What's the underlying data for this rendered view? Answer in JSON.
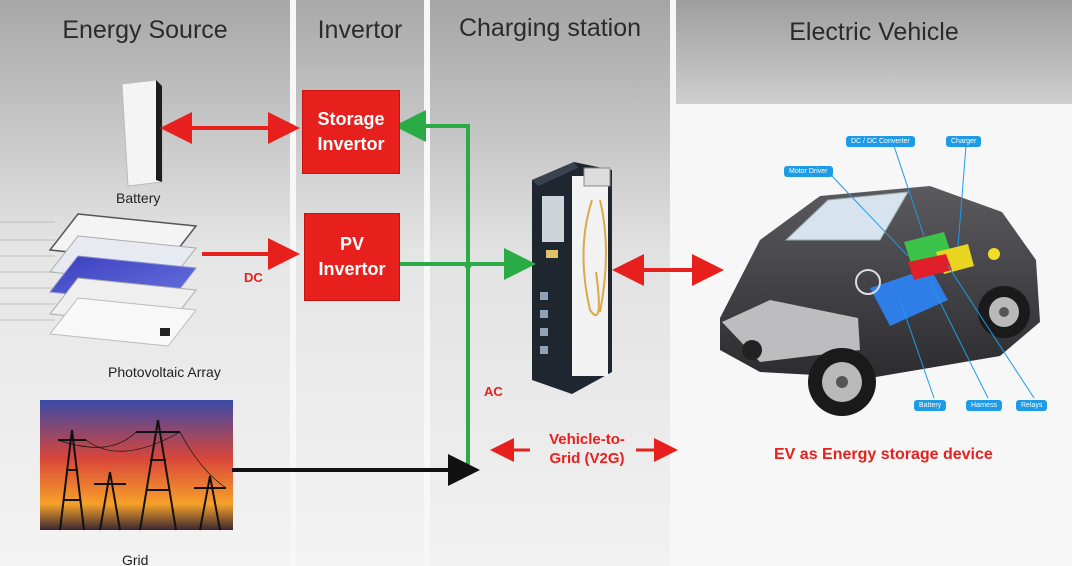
{
  "columns": {
    "energy_source": "Energy Source",
    "invertor": "Invertor",
    "charging_station": "Charging station",
    "electric_vehicle": "Electric Vehicle"
  },
  "nodes": {
    "battery": "Battery",
    "photovoltaic_array": "Photovoltaic Array",
    "grid": "Grid",
    "storage_invertor": "Storage Invertor",
    "pv_invertor": "PV Invertor"
  },
  "edge_labels": {
    "dc": "DC",
    "ac": "AC",
    "v2g": "Vehicle-to- Grid (V2G)",
    "ev_storage": "EV as Energy storage device"
  },
  "car_tags": {
    "dc_dc_converter": "DC / DC Converter",
    "charger": "Charger",
    "motor_driver": "Motor Driver",
    "battery": "Battery",
    "harness": "Harness",
    "relays": "Relays"
  },
  "colors": {
    "red": "#e8201d",
    "green": "#2bab45",
    "black": "#111111",
    "tag_blue": "#1e9be6"
  }
}
